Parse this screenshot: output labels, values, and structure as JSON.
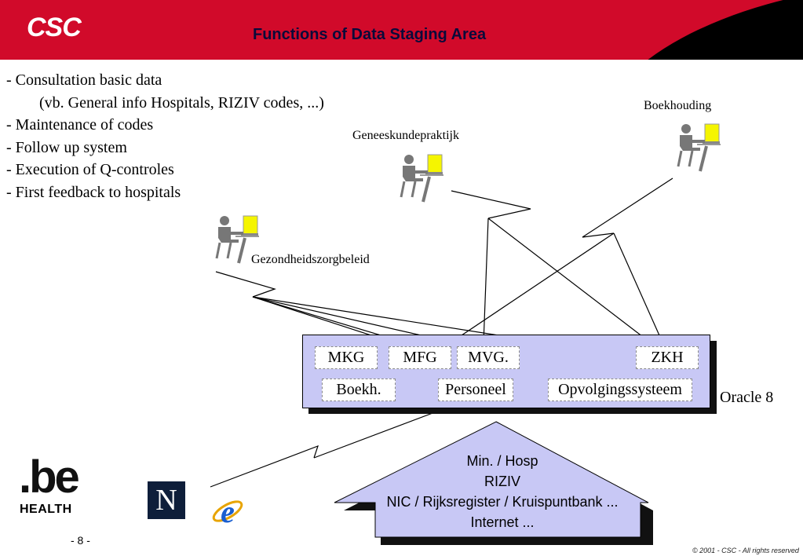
{
  "header": {
    "logo_text": "CSC",
    "title": "Functions of Data Staging Area",
    "brand_color": "#d10a2a"
  },
  "bullets": [
    "- Consultation basic data",
    "(vb. General info Hospitals, RIZIV codes, ...)",
    "- Maintenance of codes",
    "- Follow up system",
    "- Execution of Q-controles",
    "- First feedback to hospitals"
  ],
  "users": {
    "boekhouding": "Boekhouding",
    "geneeskundepraktijk": "Geneeskundepraktijk",
    "gezondheidszorgbeleid": "Gezondheidszorgbeleid",
    "icon": "person-at-computer-icon"
  },
  "database": {
    "row1": [
      "MKG",
      "MFG",
      "MVG.",
      "ZKH"
    ],
    "row2": [
      "Boekh.",
      "Personeel",
      "Opvolgingssysteem"
    ],
    "label": "Oracle 8",
    "fill_color": "#c8c8f5"
  },
  "sources": {
    "lines": [
      "Min. / Hosp",
      "RIZIV",
      "NIC / Rijksregister / Kruispuntbank ...",
      "Internet ..."
    ]
  },
  "logos": {
    "be_text": ".be",
    "health_text": "HEALTH",
    "netscape_letter": "N"
  },
  "footer": {
    "page": "- 8 -",
    "copyright": "© 2001 - CSC  -  All rights reserved"
  }
}
